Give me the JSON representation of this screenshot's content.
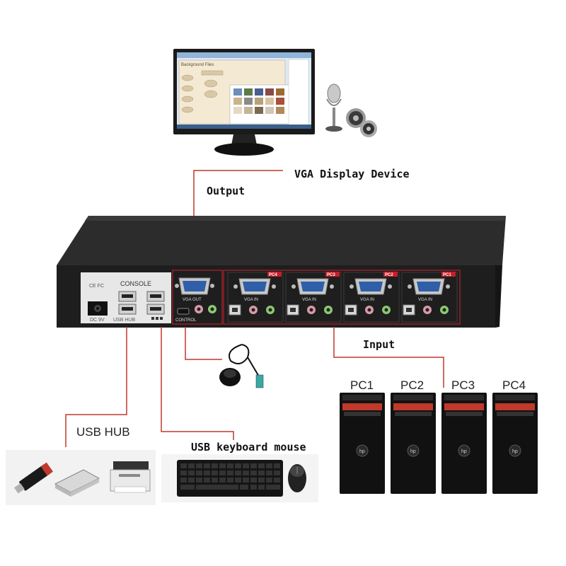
{
  "labels": {
    "vga_display_device": "VGA Display Device",
    "output": "Output",
    "input": "Input",
    "usb_hub": "USB HUB",
    "usb_keyboard_mouse": "USB keyboard mouse"
  },
  "console": {
    "title": "CONSOLE",
    "marks": "CE FC",
    "dc_label": "DC 9V",
    "usb_hub_label": "USB HUB",
    "control_label": "CONTROL",
    "vga_out_label": "VGA OUT"
  },
  "ports": [
    {
      "tag": "PC4",
      "vga_label": "VGA IN"
    },
    {
      "tag": "PC3",
      "vga_label": "VGA IN"
    },
    {
      "tag": "PC2",
      "vga_label": "VGA IN"
    },
    {
      "tag": "PC1",
      "vga_label": "VGA IN"
    }
  ],
  "pcs": [
    {
      "label": "PC1"
    },
    {
      "label": "PC2"
    },
    {
      "label": "PC3"
    },
    {
      "label": "PC4"
    }
  ],
  "monitor": {
    "window_title": "Background Files"
  },
  "colors": {
    "connector_line": "#c0392b",
    "port_outline": "#d0202a",
    "kvm_body": "#1e1e1e"
  }
}
